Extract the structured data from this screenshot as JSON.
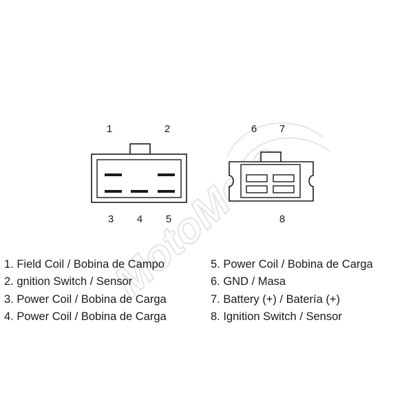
{
  "watermark": {
    "text": "MotoMoto"
  },
  "connector_a": {
    "top_pins": [
      "1",
      "2"
    ],
    "bottom_pins": [
      "3",
      "4",
      "5"
    ]
  },
  "connector_b": {
    "top_pins": [
      "6",
      "7"
    ],
    "bottom_pins": [
      "8"
    ]
  },
  "legend": {
    "left": [
      "1. Field Coil / Bobina de Campo",
      "2. gnition Switch / Sensor",
      "3. Power Coil / Bobina de Carga",
      "4. Power Coil / Bobina de Carga"
    ],
    "right": [
      "5. Power Coil / Bobina de Carga",
      "6. GND / Masa",
      "7. Battery (+) / Batería (+)",
      "8. Ignition Switch / Sensor"
    ]
  }
}
